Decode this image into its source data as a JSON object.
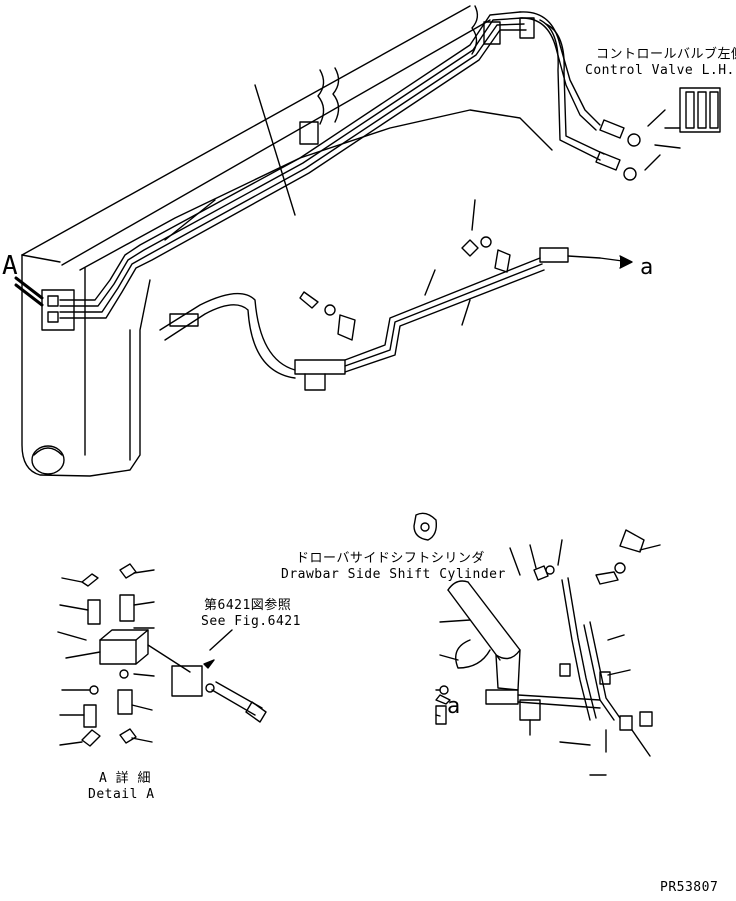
{
  "labels": {
    "control_valve_jp": "コントロールバルブ左側",
    "control_valve_en": "Control Valve L.H.",
    "callout_a_main": "A",
    "callout_a_arrow": "a",
    "drawbar_jp": "ドローバサイドシフトシリンダ",
    "drawbar_en": "Drawbar Side Shift Cylinder",
    "see_fig_jp": "第6421図参照",
    "see_fig_en": "See Fig.6421",
    "detail_jp": "A 詳 細",
    "detail_en": "Detail A",
    "callout_a_lower": "a",
    "part_number": "PR53807"
  },
  "colors": {
    "line": "#000000",
    "background": "#ffffff"
  }
}
